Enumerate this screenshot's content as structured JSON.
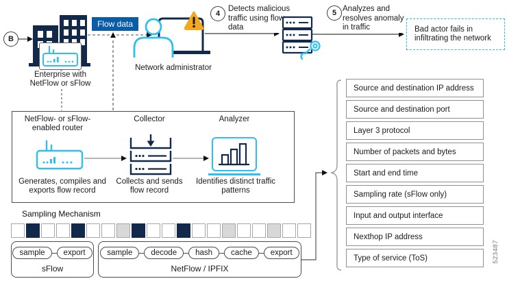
{
  "figure_number": "523487",
  "colors": {
    "navy": "#13294b",
    "cyan": "#2bc0f0",
    "flow_blue": "#0a5ca8",
    "amber": "#f3a81d",
    "gray_square": "#d8d8d8"
  },
  "top_flow": {
    "entry_label": "B",
    "flow_badge": "Flow data",
    "enterprise_label": "Enterprise with NetFlow or sFlow",
    "admin_label": "Network administrator",
    "step4": {
      "number": "4",
      "text": "Detects malicious traffic using flow data"
    },
    "step5": {
      "number": "5",
      "text": "Analyzes and resolves anomaly in traffic"
    },
    "outcome": "Bad actor fails in infiltrating the network"
  },
  "pipeline": {
    "router_title": "NetFlow- or sFlow-enabled router",
    "collector_title": "Collector",
    "analyzer_title": "Analyzer",
    "router_desc": "Generates, compiles and exports flow record",
    "collector_desc": "Collects and sends flow record",
    "analyzer_desc": "Identifies distinct traffic patterns"
  },
  "flow_record_fields": [
    "Source and destination IP address",
    "Source and destination port",
    "Layer 3 protocol",
    "Number of packets and bytes",
    "Start and end time",
    "Sampling rate (sFlow only)",
    "Input and output interface",
    "Nexthop IP address",
    "Type of service (ToS)"
  ],
  "sampling": {
    "title": "Sampling Mechanism",
    "pattern": [
      "white",
      "navy",
      "white",
      "white",
      "navy",
      "white",
      "white",
      "gray",
      "navy",
      "white",
      "white",
      "navy",
      "white",
      "white",
      "gray",
      "white",
      "white",
      "gray",
      "white",
      "white"
    ]
  },
  "sflow": {
    "label": "sFlow",
    "steps": [
      "sample",
      "export"
    ]
  },
  "netflow": {
    "label": "NetFlow / IPFIX",
    "steps": [
      "sample",
      "decode",
      "hash",
      "cache",
      "export"
    ]
  }
}
